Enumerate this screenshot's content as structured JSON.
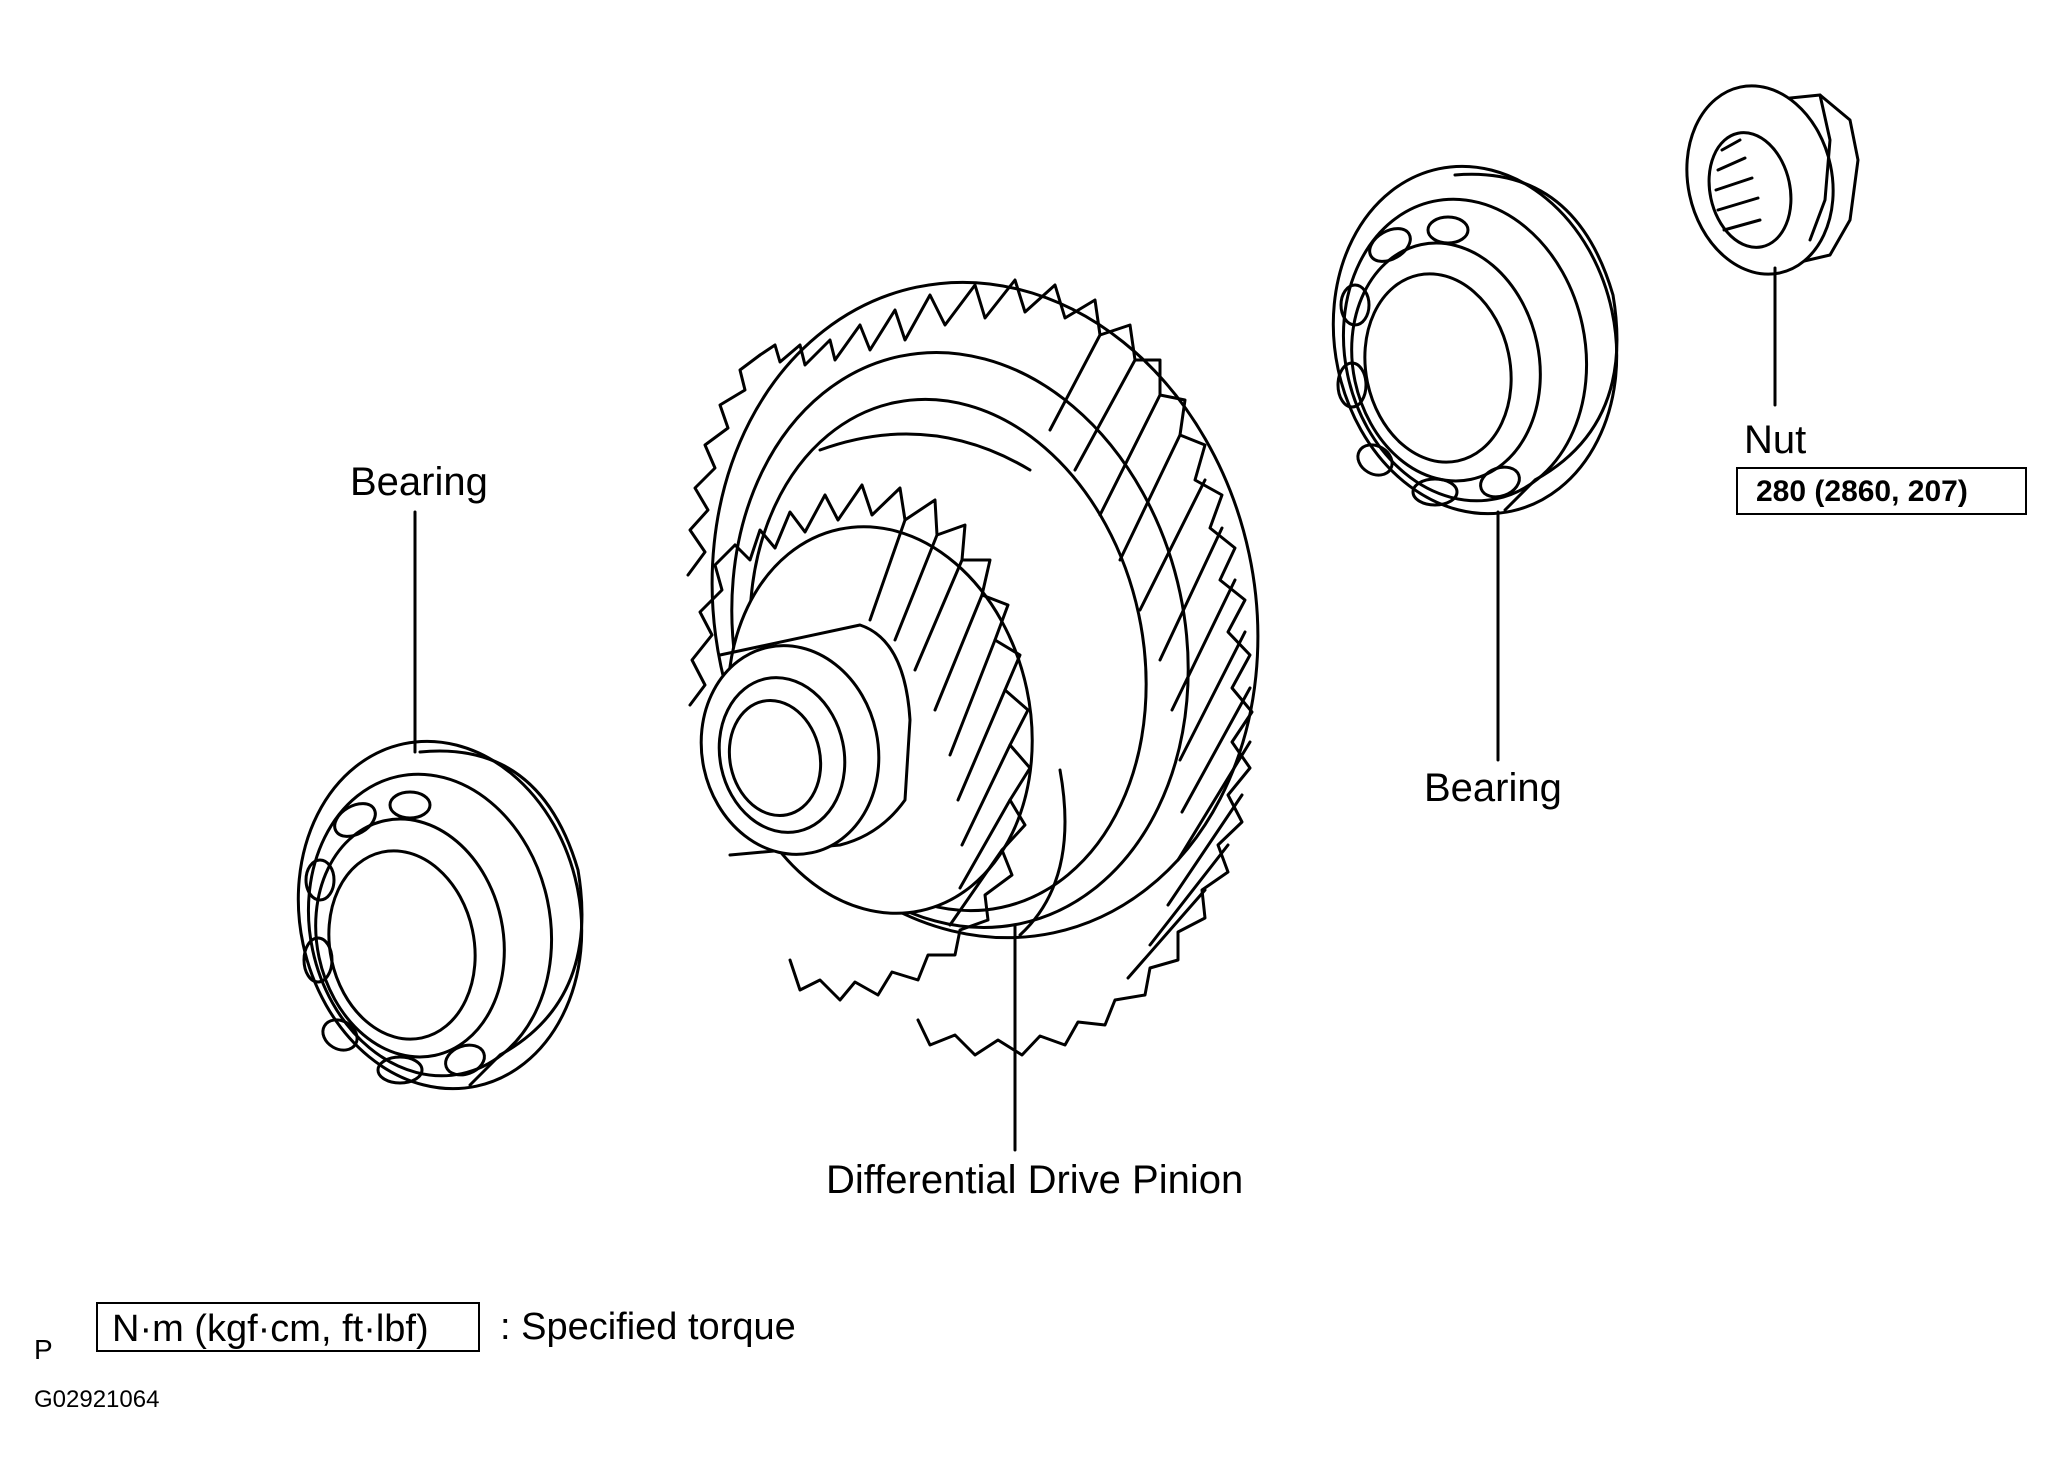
{
  "labels": {
    "bearing_left": "Bearing",
    "bearing_right": "Bearing",
    "nut": "Nut",
    "nut_torque": "280 (2860, 207)",
    "pinion": "Differential Drive Pinion"
  },
  "legend": {
    "marker": "P",
    "units": "N·m (kgf·cm, ft·lbf)",
    "description": ": Specified torque"
  },
  "figure_id": "G02921064",
  "icons": [
    "bearing-icon",
    "gear-icon",
    "nut-icon"
  ]
}
